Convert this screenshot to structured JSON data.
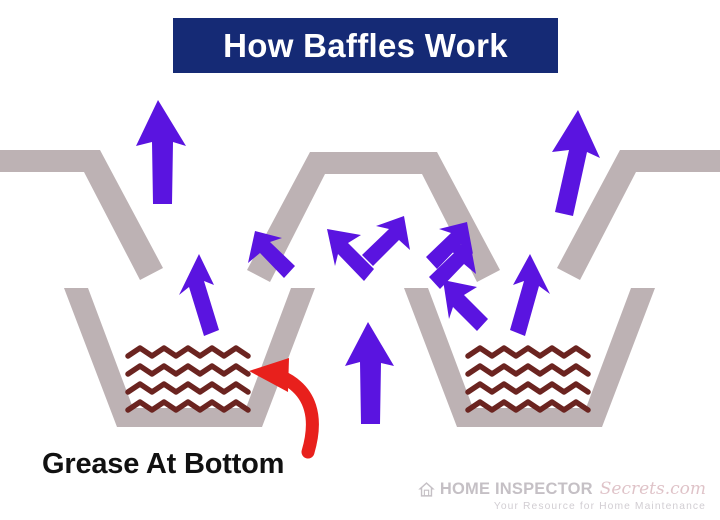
{
  "title": {
    "text": "How Baffles Work",
    "banner_color": "#152a75",
    "text_color": "#ffffff"
  },
  "caption": {
    "text": "Grease At Bottom",
    "color": "#111111"
  },
  "watermark": {
    "icon": "house-icon",
    "main_text": "HOME INSPECTOR",
    "script_text": "Secrets.com",
    "tagline": "Your Resource for Home Maintenance",
    "main_color": "#6f6470",
    "script_color": "#b06a78"
  },
  "colors": {
    "baffle_gray": "#bdb2b4",
    "baffle_gray_shadow": "#a89d9f",
    "arrow_purple": "#5a14e0",
    "arrow_red": "#e8201c",
    "grease_maroon": "#6b2420",
    "background": "#ffffff"
  },
  "diagram": {
    "type": "cutaway-cross-section",
    "description": "Cross-section of grease baffle filter showing airflow path",
    "baffles": [
      {
        "name": "upper-left-baffle",
        "shape": "horizontal-then-diagonal-down-right"
      },
      {
        "name": "upper-center-baffle",
        "shape": "inverted-v-trapezoid"
      },
      {
        "name": "upper-right-baffle",
        "shape": "horizontal-then-diagonal-down-left"
      },
      {
        "name": "lower-left-trough",
        "shape": "v-trough-with-grease"
      },
      {
        "name": "lower-right-trough",
        "shape": "v-trough-with-grease"
      }
    ],
    "grease_pools": [
      {
        "name": "left-grease-pool",
        "rows": 4
      },
      {
        "name": "right-grease-pool",
        "rows": 4
      }
    ],
    "airflow_arrows": [
      {
        "name": "intake-arrow-center",
        "direction": "up",
        "size": "large"
      },
      {
        "name": "exhaust-arrow-left",
        "direction": "up",
        "size": "large"
      },
      {
        "name": "exhaust-arrow-right",
        "direction": "up",
        "size": "large"
      },
      {
        "name": "flow-arrow-left-up",
        "direction": "up-right",
        "size": "medium"
      },
      {
        "name": "flow-arrow-right-up",
        "direction": "up-left",
        "size": "medium"
      },
      {
        "name": "deflect-arrow-inner-left-up",
        "direction": "up-left",
        "size": "small"
      },
      {
        "name": "deflect-arrow-inner-right-up",
        "direction": "up-right",
        "size": "small"
      },
      {
        "name": "deflect-arrow-outer-left-down",
        "direction": "down-left",
        "size": "small"
      },
      {
        "name": "deflect-arrow-outer-right-down",
        "direction": "down-right",
        "size": "small"
      },
      {
        "name": "deflect-arrow-far-left-down",
        "direction": "down-left",
        "size": "small"
      },
      {
        "name": "deflect-arrow-far-right-down",
        "direction": "down-right",
        "size": "small"
      }
    ],
    "grease_pointer": {
      "name": "grease-pointer-arrow",
      "color": "red",
      "direction": "curved-up-left"
    }
  }
}
